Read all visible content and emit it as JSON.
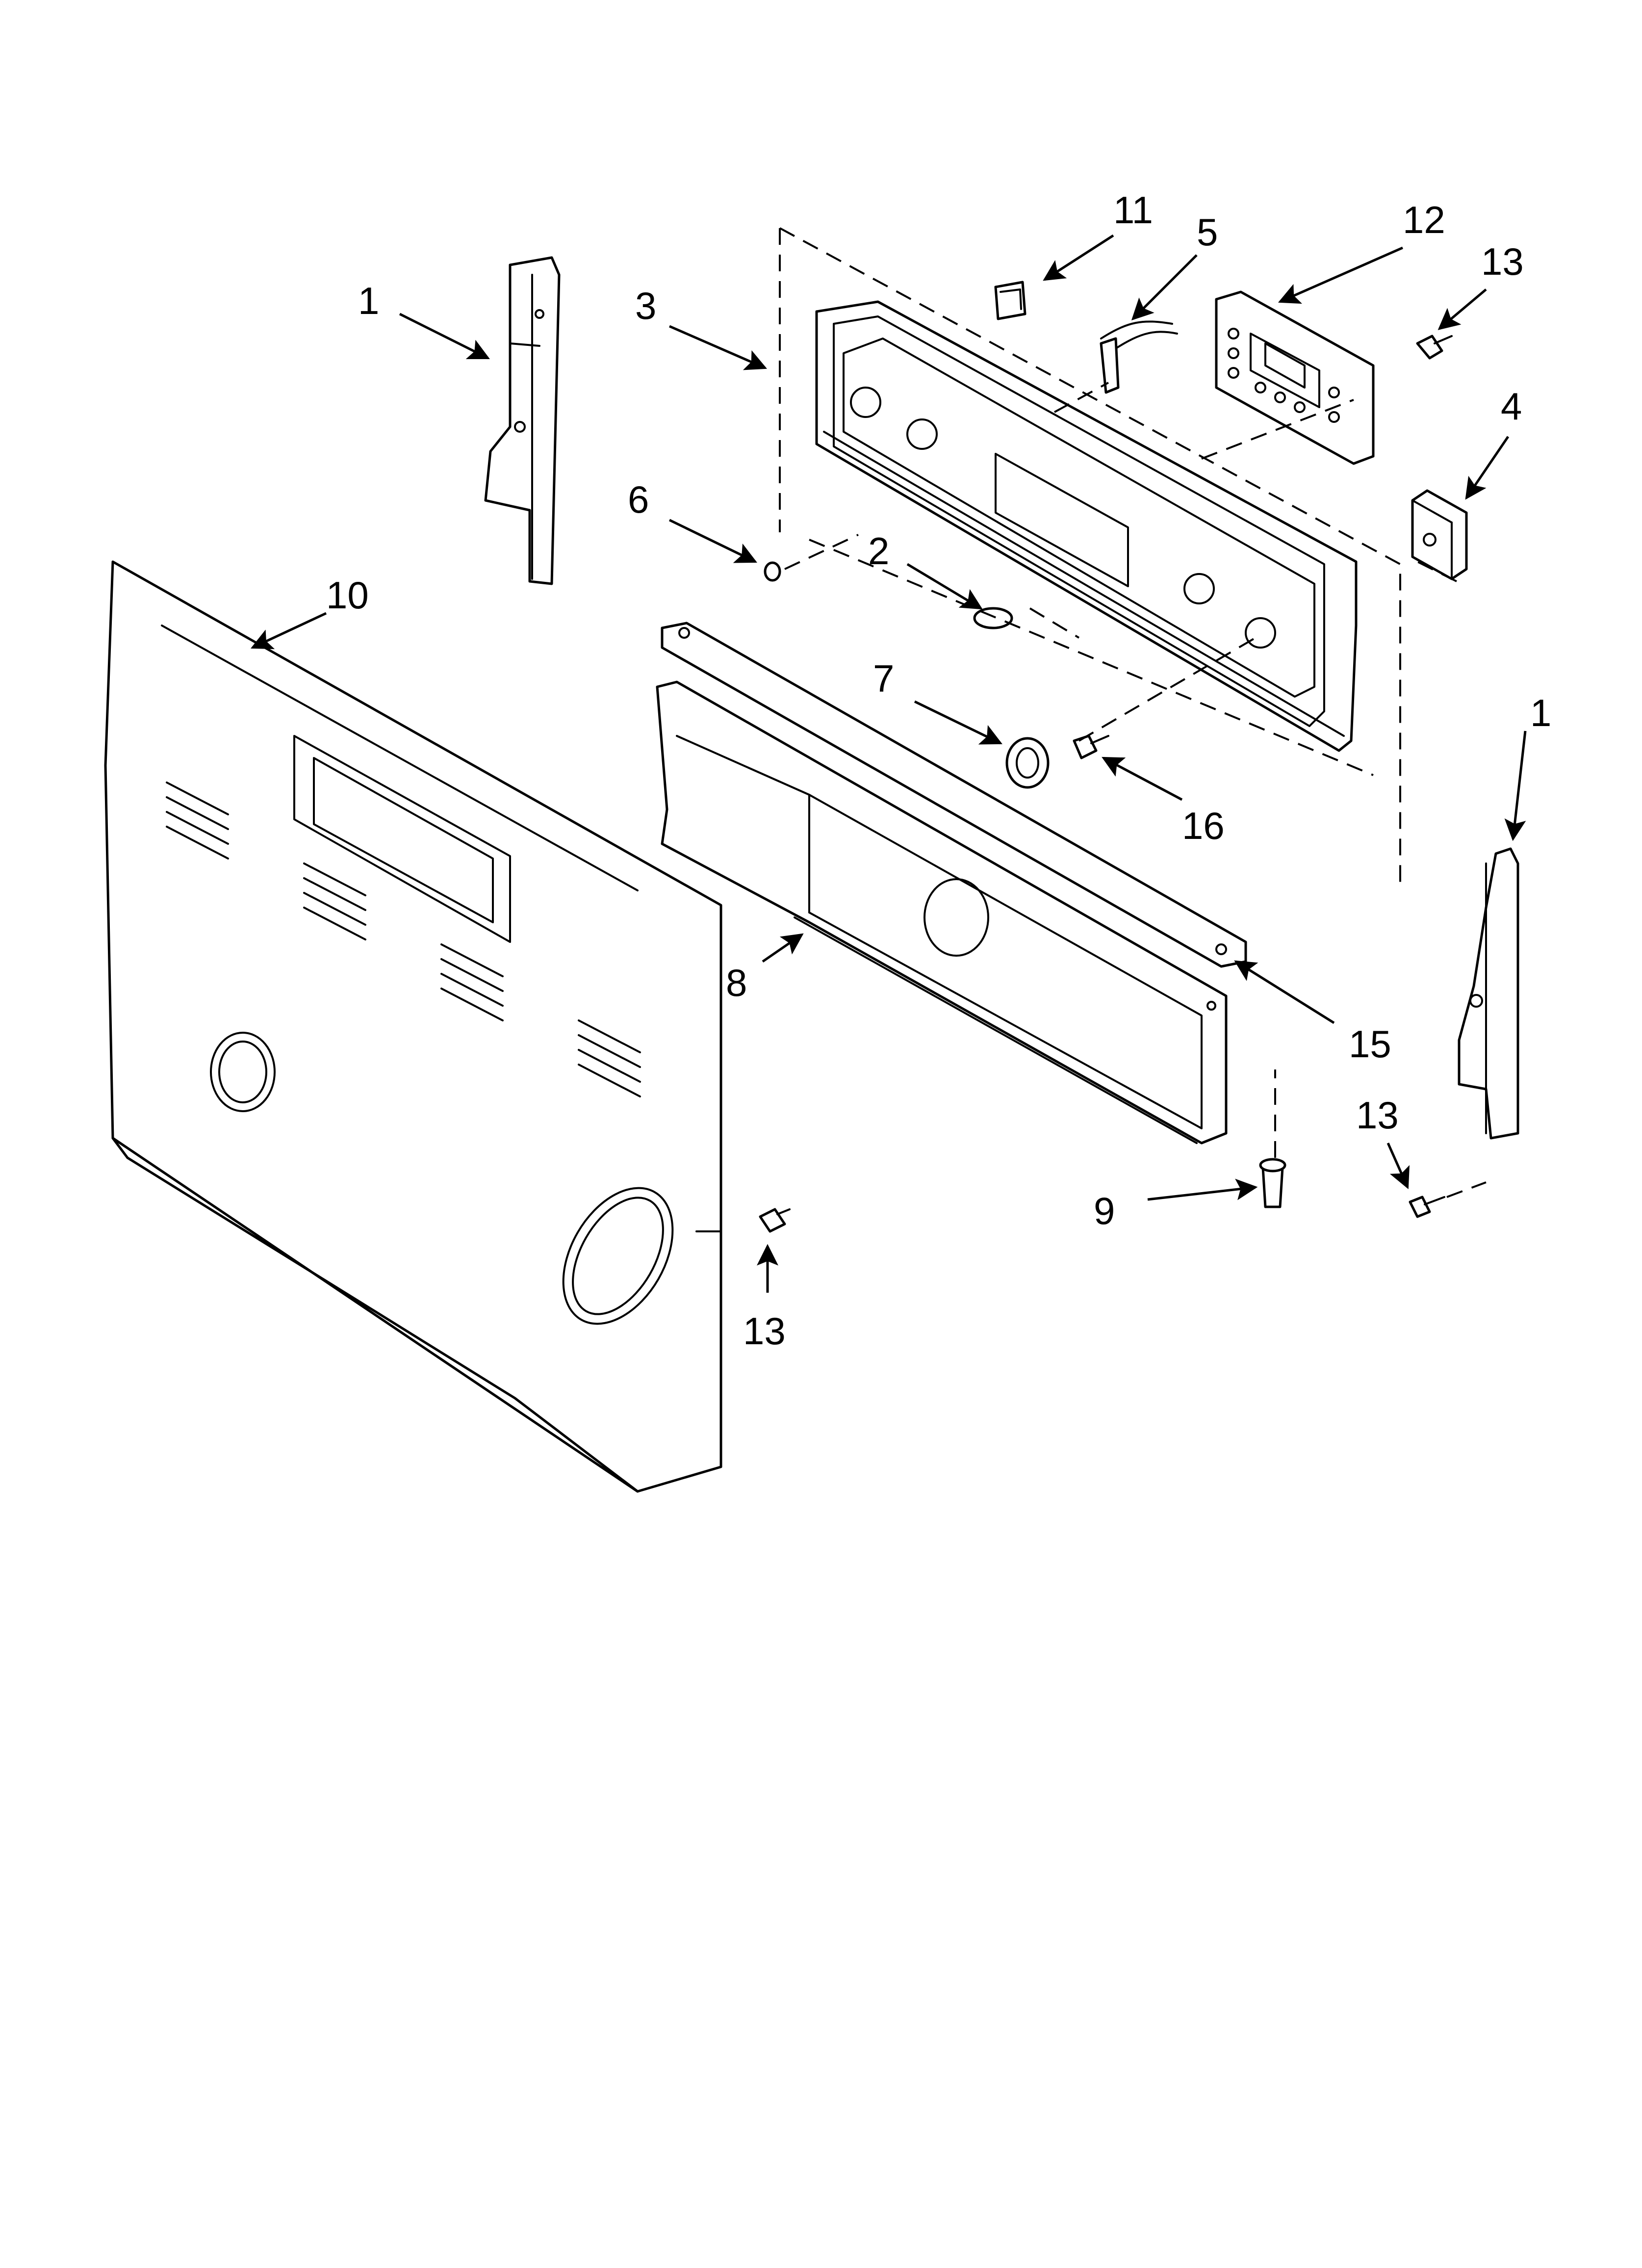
{
  "diagram": {
    "callouts": [
      "1",
      "1",
      "2",
      "3",
      "4",
      "5",
      "6",
      "7",
      "8",
      "9",
      "10",
      "11",
      "12",
      "13",
      "13",
      "13",
      "15",
      "16"
    ]
  },
  "colors": {
    "line": "#000000",
    "background": "#ffffff"
  }
}
